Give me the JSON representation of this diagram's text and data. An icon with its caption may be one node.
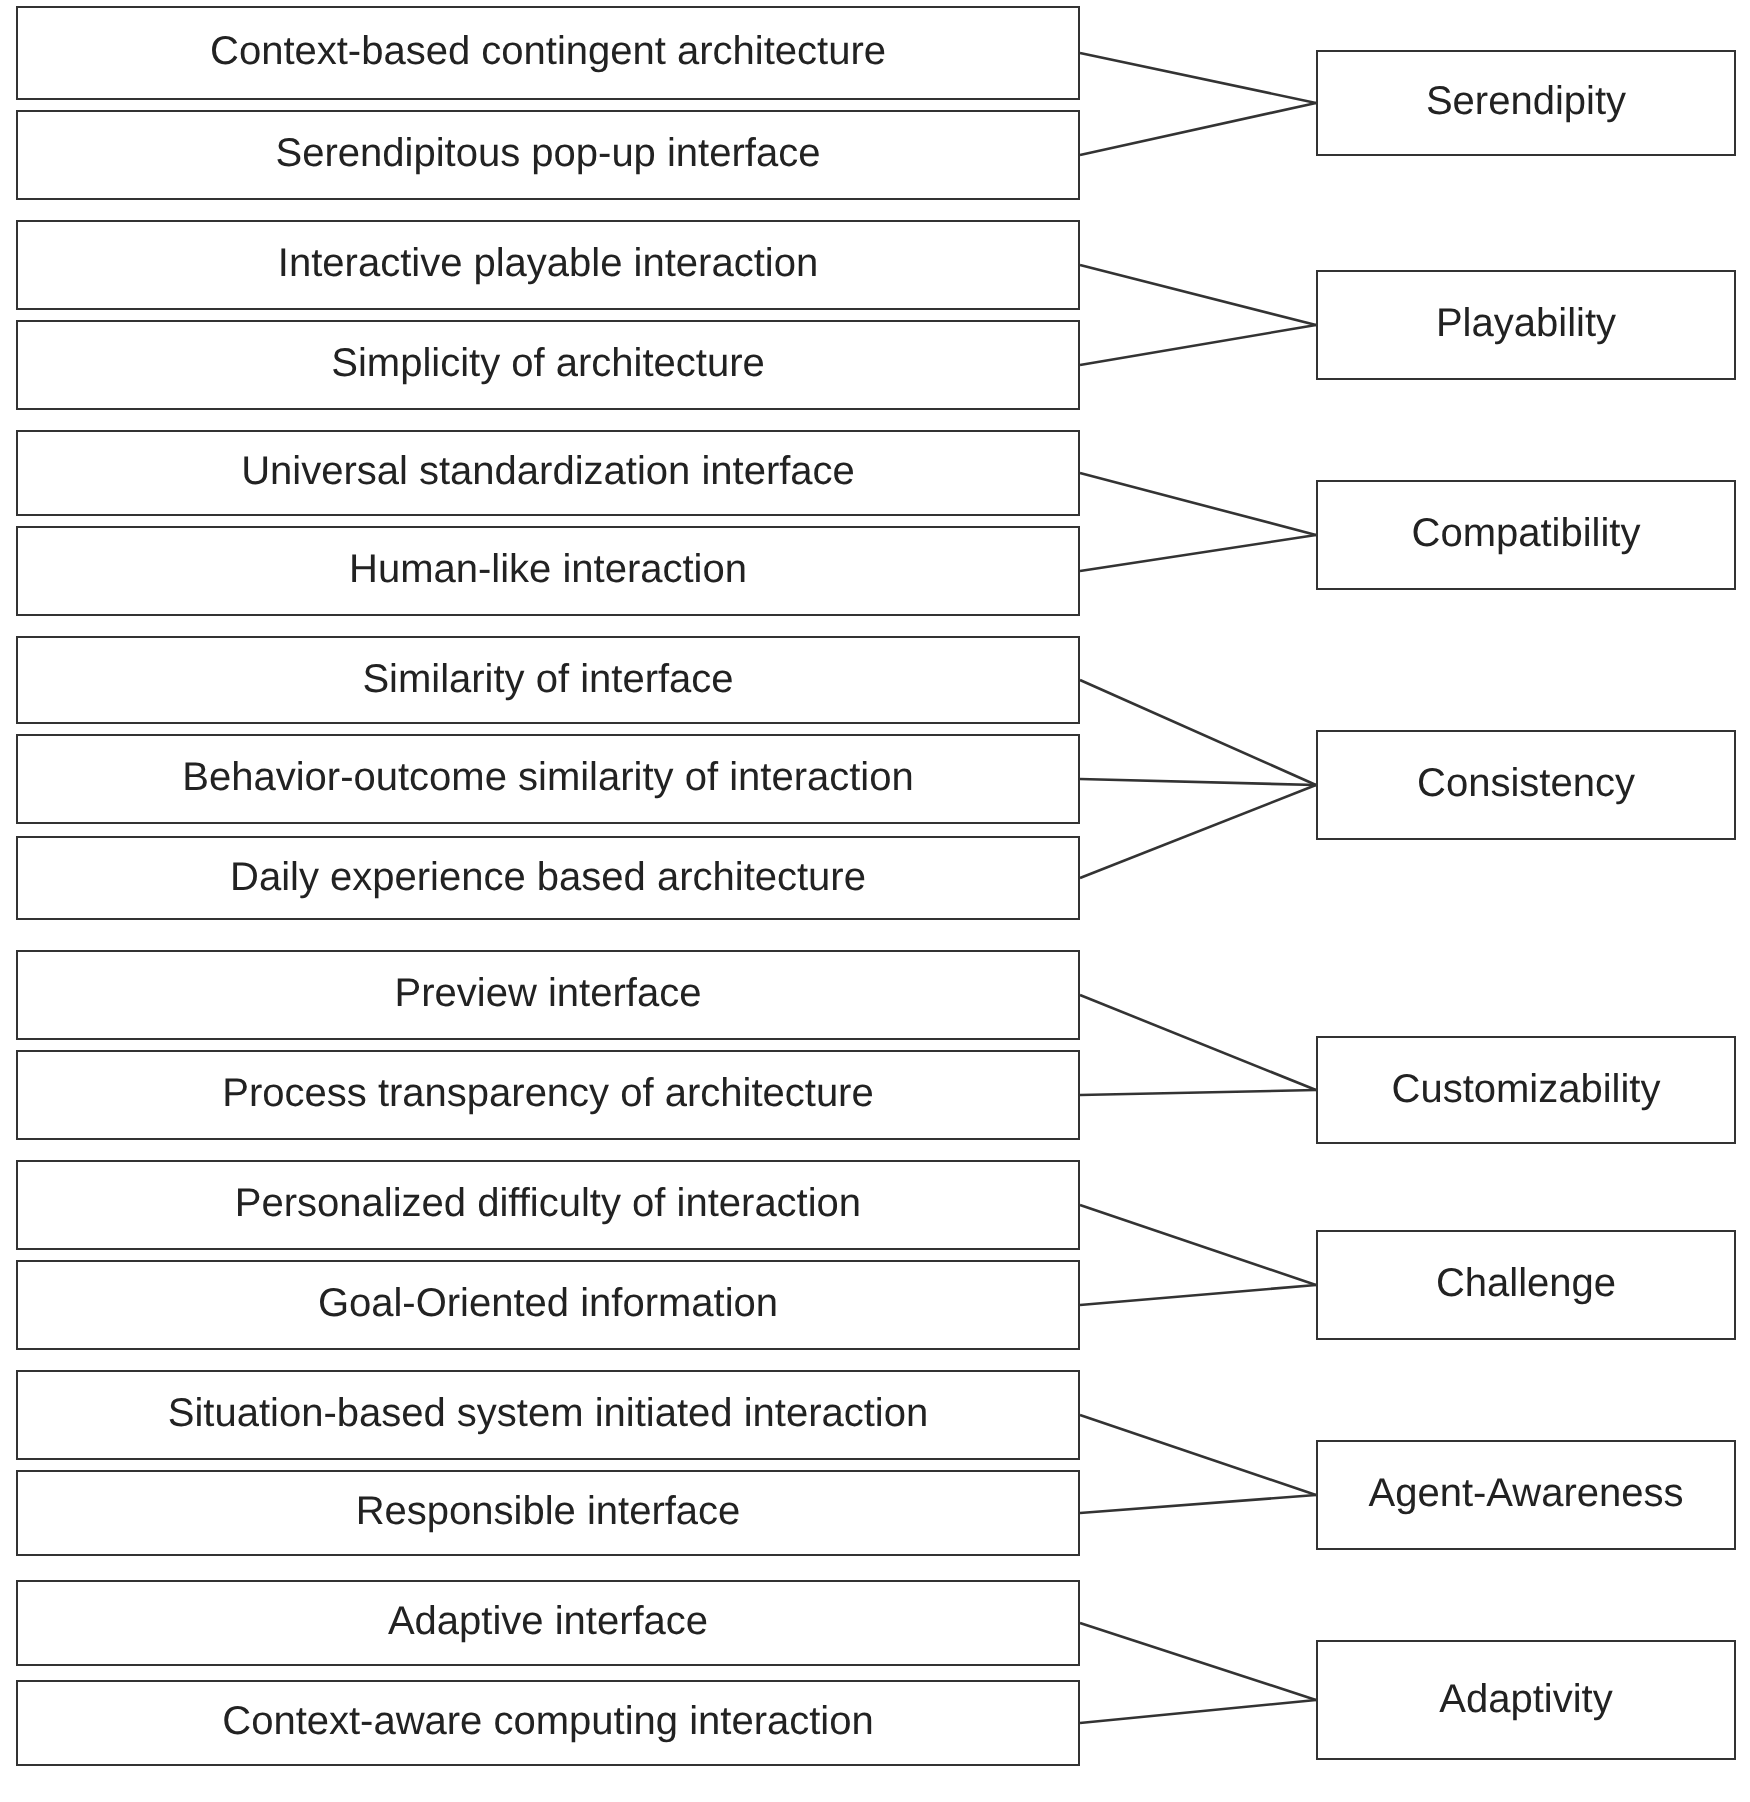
{
  "diagram": {
    "nodes": [
      {
        "text": [
          "Context-based contingent architecture"
        ]
      },
      {
        "text": [
          "Serendipitous pop-up interface"
        ]
      },
      {
        "text": [
          "Serendipity"
        ]
      },
      {
        "text": [
          "Interactive playable interaction"
        ]
      },
      {
        "text": [
          "Simplicity of architecture"
        ]
      },
      {
        "text": [
          "Playability"
        ]
      },
      {
        "text": [
          "Universal standardization interface"
        ]
      },
      {
        "text": [
          "Human-like interaction"
        ]
      },
      {
        "text": [
          "Compatibility"
        ]
      },
      {
        "text": [
          "Similarity of interface"
        ]
      },
      {
        "text": [
          "Behavior-outcome similarity of interaction"
        ]
      },
      {
        "text": [
          "Daily experience based architecture"
        ]
      },
      {
        "text": [
          "Consistency"
        ]
      },
      {
        "text": [
          "Preview interface"
        ]
      },
      {
        "text": [
          "Process transparency of architecture"
        ]
      },
      {
        "text": [
          "Customizability"
        ]
      },
      {
        "text": [
          "Personalized difficulty of interaction"
        ]
      },
      {
        "text": [
          "Goal-Oriented information"
        ]
      },
      {
        "text": [
          "Challenge"
        ]
      },
      {
        "text": [
          "Situation-based system initiated interaction"
        ]
      },
      {
        "text": [
          "Responsible interface"
        ]
      },
      {
        "text": [
          "Agent-Awareness"
        ]
      },
      {
        "text": [
          "Adaptive interface"
        ]
      },
      {
        "text": [
          "Context-aware computing interaction"
        ]
      },
      {
        "text": [
          "Adaptivity"
        ]
      }
    ],
    "edges": [
      {
        "from": 0,
        "to": 2,
        "arrow": "none"
      },
      {
        "from": 1,
        "to": 2,
        "arrow": "none"
      },
      {
        "from": 3,
        "to": 5,
        "arrow": "none"
      },
      {
        "from": 4,
        "to": 5,
        "arrow": "none"
      },
      {
        "from": 6,
        "to": 8,
        "arrow": "none"
      },
      {
        "from": 7,
        "to": 8,
        "arrow": "none"
      },
      {
        "from": 9,
        "to": 12,
        "arrow": "none"
      },
      {
        "from": 10,
        "to": 12,
        "arrow": "none"
      },
      {
        "from": 11,
        "to": 12,
        "arrow": "none"
      },
      {
        "from": 13,
        "to": 15,
        "arrow": "none"
      },
      {
        "from": 14,
        "to": 15,
        "arrow": "none"
      },
      {
        "from": 16,
        "to": 18,
        "arrow": "none"
      },
      {
        "from": 17,
        "to": 18,
        "arrow": "none"
      },
      {
        "from": 19,
        "to": 21,
        "arrow": "none"
      },
      {
        "from": 20,
        "to": 21,
        "arrow": "none"
      },
      {
        "from": 22,
        "to": 24,
        "arrow": "none"
      },
      {
        "from": 23,
        "to": 24,
        "arrow": "none"
      }
    ]
  }
}
